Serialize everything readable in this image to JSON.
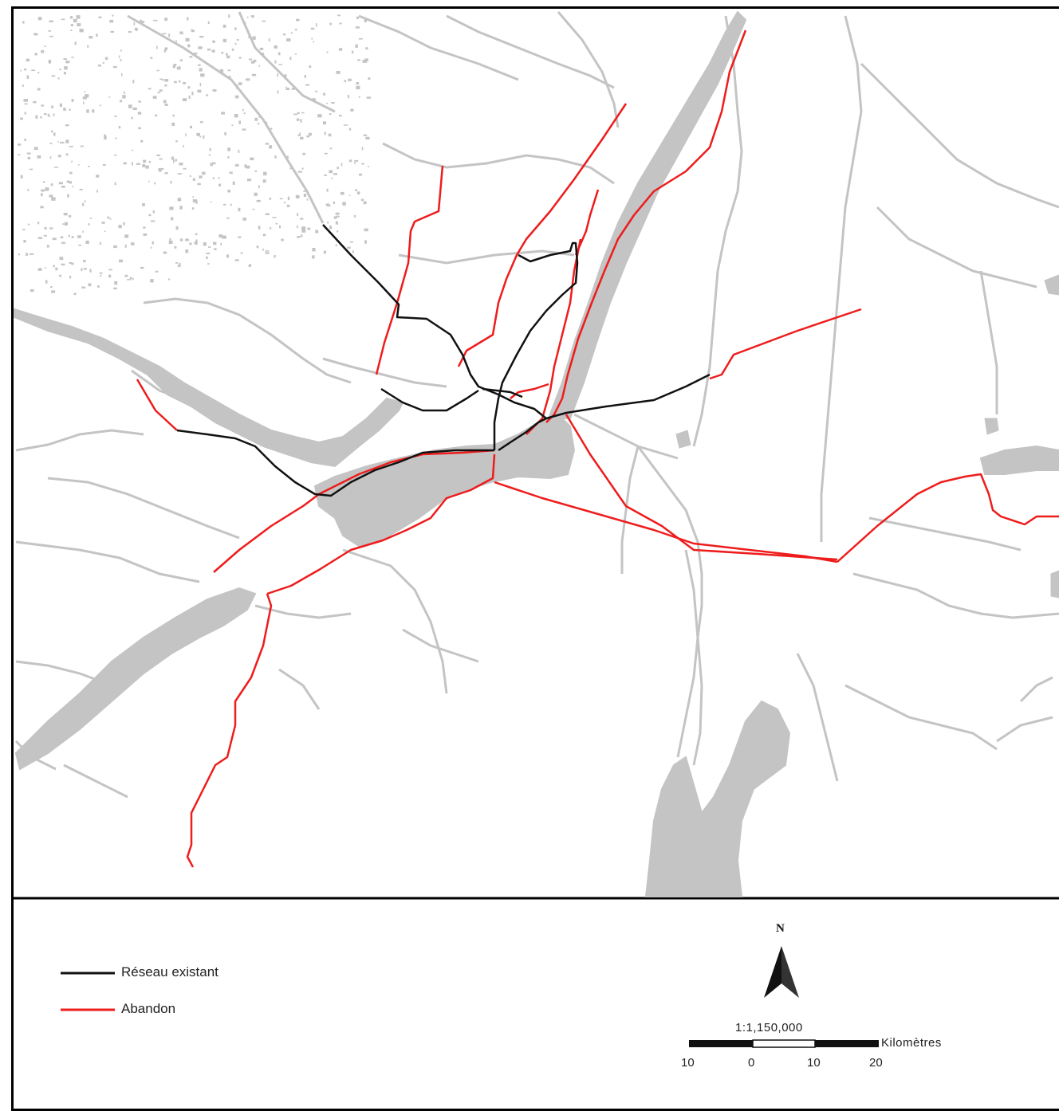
{
  "legend": {
    "existing_label": "Réseau existant",
    "abandon_label": "Abandon"
  },
  "north_arrow": {
    "label": "N"
  },
  "scale": {
    "ratio": "1:1,150,000",
    "unit": "Kilomètres",
    "ticks": [
      "10",
      "0",
      "10",
      "20"
    ]
  },
  "colors": {
    "existing": "#111111",
    "abandon": "#ee1c1c",
    "water": "#c4c4c4",
    "background": "#ffffff"
  }
}
